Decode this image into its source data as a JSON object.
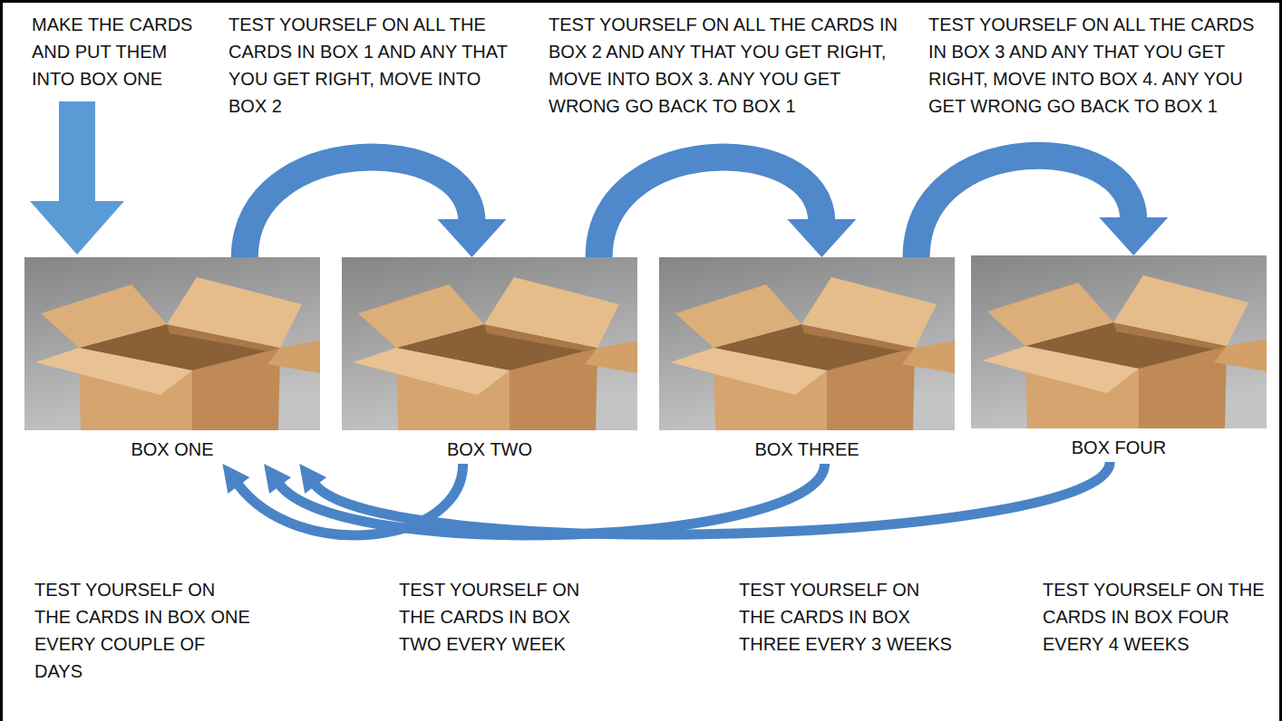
{
  "diagram": {
    "nodes": [
      {
        "text": [
          "BOX ONE"
        ]
      },
      {
        "text": [
          "BOX TWO"
        ]
      },
      {
        "text": [
          "BOX THREE"
        ]
      },
      {
        "text": [
          "BOX FOUR"
        ]
      }
    ],
    "edges": [
      {
        "from": 0,
        "to": 1,
        "arrow": "to"
      },
      {
        "from": 1,
        "to": 2,
        "arrow": "to"
      },
      {
        "from": 2,
        "to": 3,
        "arrow": "to"
      },
      {
        "from": 1,
        "to": 0,
        "arrow": "to"
      },
      {
        "from": 2,
        "to": 0,
        "arrow": "to"
      },
      {
        "from": 3,
        "to": 0,
        "arrow": "to"
      }
    ],
    "labels": [
      "MAKE THE CARDS AND PUT THEM INTO BOX ONE",
      "TEST YOURSELF ON ALL THE CARDS IN BOX 1 AND ANY THAT YOU GET RIGHT, MOVE INTO BOX 2",
      "TEST YOURSELF ON ALL THE CARDS IN BOX 2 AND ANY THAT YOU GET RIGHT, MOVE INTO BOX 3. ANY YOU GET WRONG GO BACK TO BOX 1",
      "TEST YOURSELF ON ALL THE CARDS IN BOX 3 AND ANY THAT YOU GET RIGHT, MOVE INTO BOX 4. ANY YOU GET WRONG GO BACK TO BOX 1",
      "TEST YOURSELF ON THE CARDS IN BOX ONE EVERY COUPLE OF DAYS",
      "TEST YOURSELF ON THE CARDS IN BOX TWO EVERY WEEK",
      "TEST YOURSELF ON THE CARDS IN BOX THREE EVERY 3 WEEKS",
      "TEST YOURSELF ON THE CARDS IN BOX FOUR EVERY 4 WEEKS"
    ]
  }
}
